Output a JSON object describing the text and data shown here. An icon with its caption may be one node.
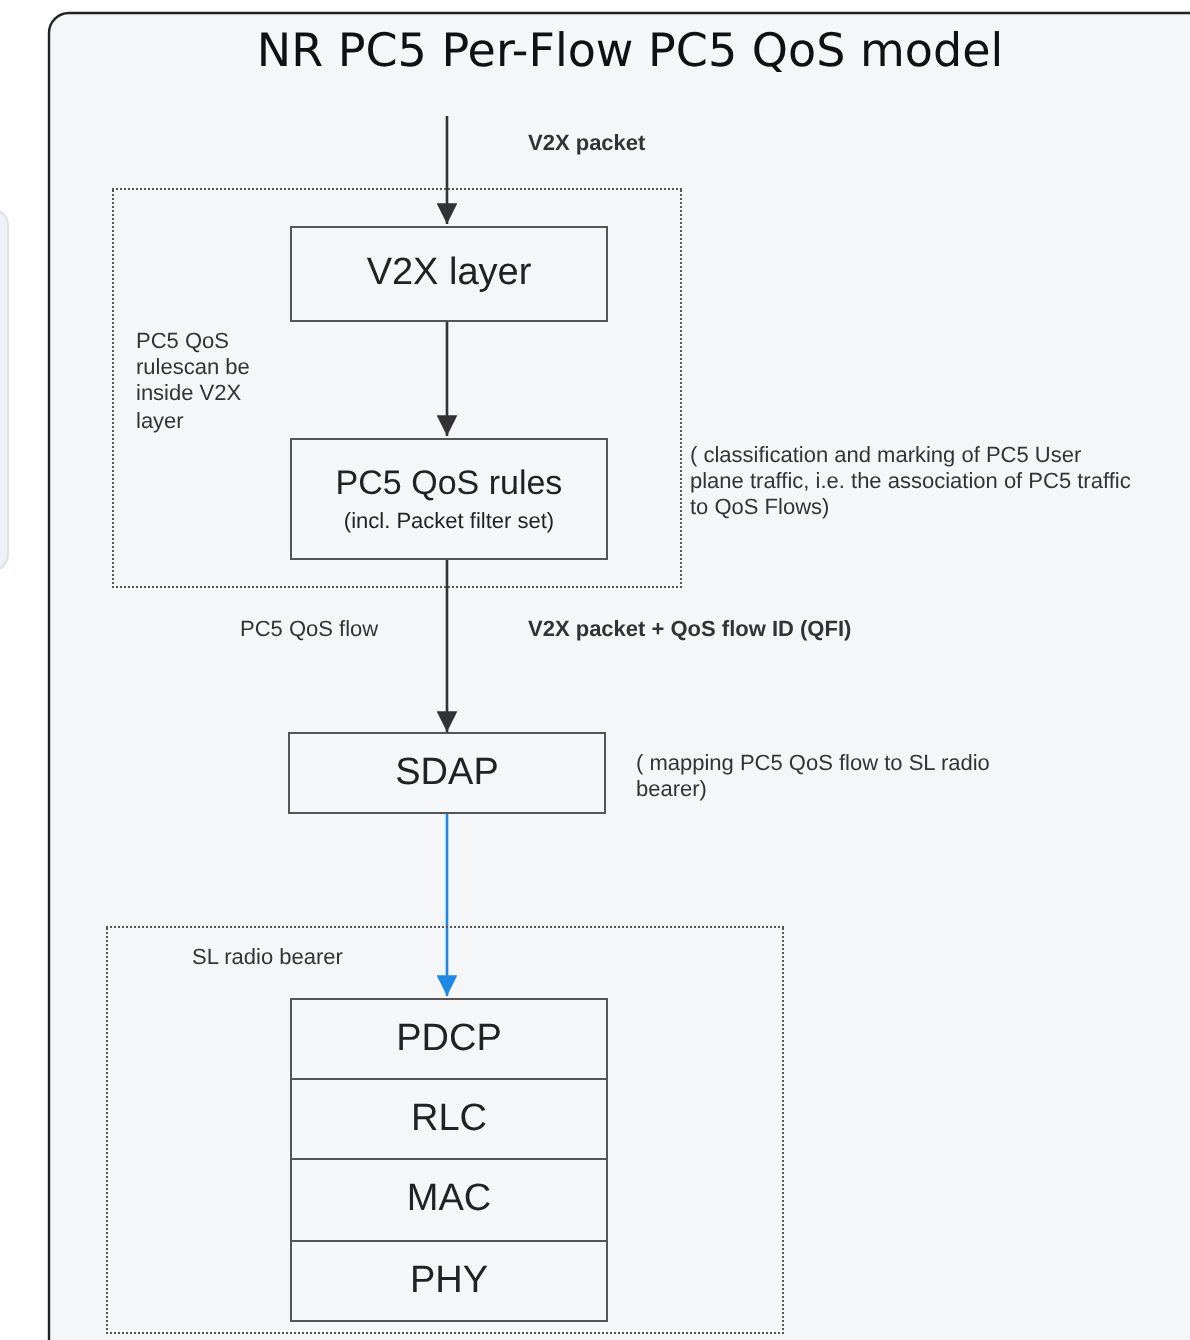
{
  "diagram": {
    "title": "NR PC5 Per-Flow PC5 QoS model",
    "nodes": [
      {
        "text": [
          "PC5 QoS rulescan be inside V2X layer"
        ]
      },
      {
        "text": [
          "V2X layer"
        ],
        "in": 0
      },
      {
        "text": [
          "PC5 QoS rules",
          "(incl. Packet filter set)"
        ],
        "in": 0,
        "beside": [
          "( classification and marking of PC5 User plane traffic, i.e. the association of PC5 traffic to QoS Flows)"
        ]
      },
      {
        "text": [
          "SDAP"
        ],
        "beside": [
          "( mapping PC5 QoS flow to SL radio bearer)"
        ]
      },
      {
        "text": [
          "SL radio bearer"
        ]
      },
      {
        "text": [
          "PDCP"
        ],
        "in": 4
      },
      {
        "text": [
          "RLC"
        ],
        "in": 4
      },
      {
        "text": [
          "MAC"
        ],
        "in": 4
      },
      {
        "text": [
          "PHY"
        ],
        "in": 4
      }
    ],
    "edges": [
      {
        "from": null,
        "to": 1,
        "arrow": "to",
        "label": "V2X packet"
      },
      {
        "from": 1,
        "to": 2,
        "arrow": "to"
      },
      {
        "from": 2,
        "to": 3,
        "arrow": "to",
        "label": "V2X packet + QoS flow ID (QFI)"
      },
      {
        "from": 3,
        "to": 5,
        "arrow": "to",
        "color": "#1e88e5"
      }
    ],
    "labels": [
      "PC5 QoS flow"
    ]
  }
}
